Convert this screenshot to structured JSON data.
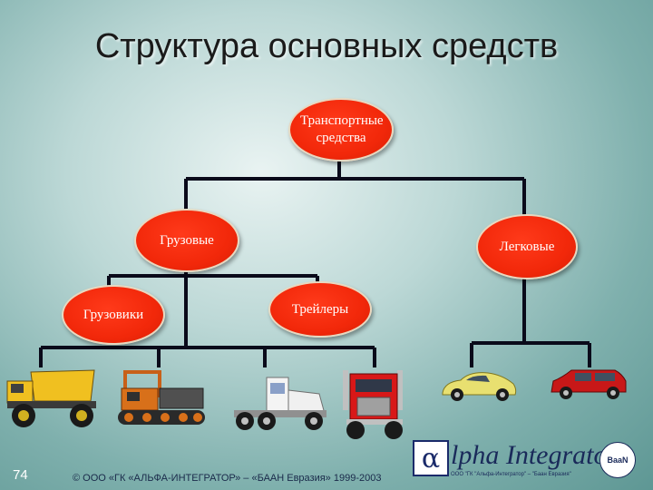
{
  "title": "Структура основных средств",
  "nodes": {
    "root": "Транспортные средства",
    "cargo": "Грузовые",
    "passenger": "Легковые",
    "trucks": "Грузовики",
    "trailers": "Трейлеры"
  },
  "vehicles": [
    {
      "icon": "dump-truck-icon",
      "color": "#f0c020"
    },
    {
      "icon": "tracked-truck-icon",
      "color": "#d8701a"
    },
    {
      "icon": "white-semi-truck-icon",
      "color": "#f4f4f4"
    },
    {
      "icon": "red-semi-truck-icon",
      "color": "#d81818"
    },
    {
      "icon": "yellow-sports-car-icon",
      "color": "#e8e070"
    },
    {
      "icon": "red-wagon-car-icon",
      "color": "#c81818"
    }
  ],
  "footer": {
    "page_number": "74",
    "copyright": "© ООО «ГК «АЛЬФА-ИНТЕГРАТОР» – «БААН Евразия» 1999-2003",
    "logo_alpha": "α",
    "logo_text": "lpha Integrator",
    "logo_sub": "ООО \"ГК \"Альфа-Интегратор\" – \"Баан Евразия\"",
    "baan": "BaaN"
  },
  "colors": {
    "node": "#f2280a",
    "lines": "#0a0a1a"
  }
}
